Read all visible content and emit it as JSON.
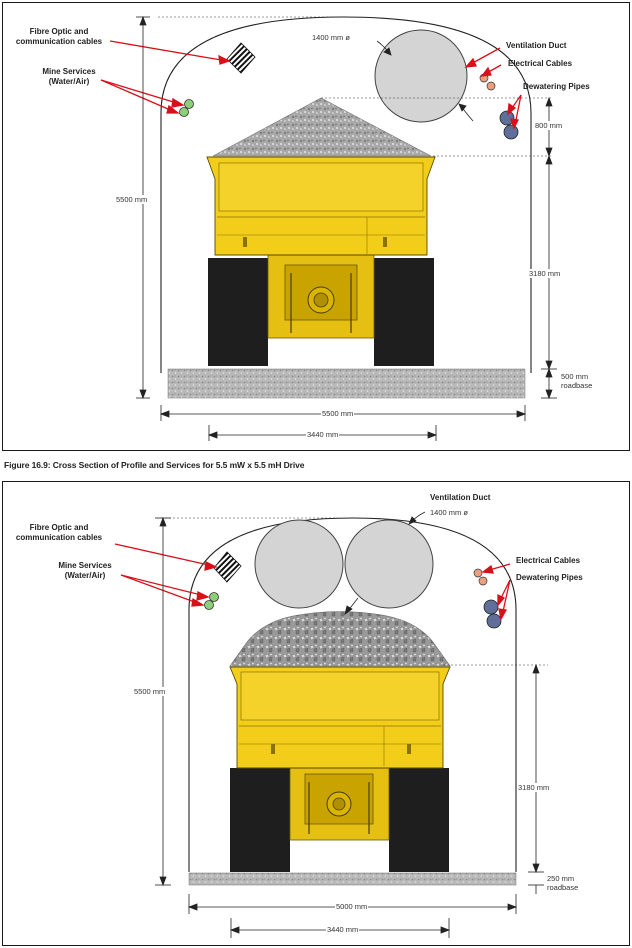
{
  "caption": "Figure 16.9: Cross Section of Profile and Services for 5.5 mW x 5.5 mH Drive",
  "colors": {
    "truck": "#f2cd1a",
    "truck_dark": "#d8b100",
    "tyre": "#1e1e1e",
    "duct": "#d4d4d4",
    "rock": "#a9a9a9",
    "road": "#b9b9b9",
    "red": "#d9101a",
    "electrical": "#e9a07e",
    "dewatering": "#5f6f9a",
    "mine_services": "#8ccf76"
  },
  "top": {
    "labels": {
      "fibre_optic": [
        "Fibre Optic and",
        "communication cables"
      ],
      "mine_services": [
        "Mine Services",
        "(Water/Air)"
      ],
      "ventilation": "Ventilation Duct",
      "electrical": "Electrical Cables",
      "dewatering": "Dewatering Pipes"
    },
    "dimensions": {
      "duct_diameter": "1400 mm ø",
      "height": "5500 mm",
      "clearance": "800 mm",
      "truck_height": "3180 mm",
      "roadbase": [
        "500 mm",
        "roadbase"
      ],
      "width": "5500 mm",
      "truck_width": "3440 mm"
    }
  },
  "bottom": {
    "labels": {
      "fibre_optic": [
        "Fibre Optic and",
        "communication cables"
      ],
      "mine_services": [
        "Mine Services",
        "(Water/Air)"
      ],
      "ventilation": "Ventilation Duct",
      "electrical": "Electrical Cables",
      "dewatering": "Dewatering Pipes"
    },
    "dimensions": {
      "duct_diameter": "1400 mm ø",
      "height": "5500 mm",
      "truck_height": "3180 mm",
      "roadbase": [
        "250 mm",
        "roadbase"
      ],
      "width": "5000 mm",
      "truck_width": "3440 mm"
    }
  }
}
